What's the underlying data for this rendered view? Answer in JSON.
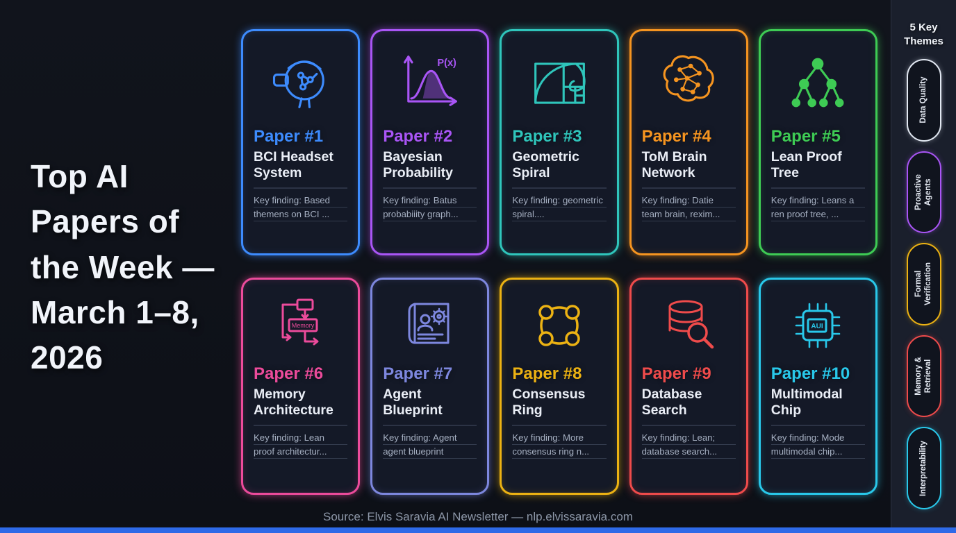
{
  "title": {
    "line1": "Top AI",
    "line2": "Papers of",
    "line3": "the Week —",
    "line4": "March 1–8,",
    "line5": "2026"
  },
  "papers": [
    {
      "id": "Paper #1",
      "title": "BCI Headset System",
      "finding": "Key finding: Based themens on BCI ...",
      "color": "#3d8bfd",
      "icon": "bci-headset-icon"
    },
    {
      "id": "Paper #2",
      "title": "Bayesian Probability",
      "finding": "Key finding: Batus probabiiity graph...",
      "color": "#a955f5",
      "icon": "probability-curve-icon",
      "icon_label": "P(x)"
    },
    {
      "id": "Paper #3",
      "title": "Geometric Spiral",
      "finding": "Key finding: geometric spiral....",
      "color": "#2fc5bb",
      "icon": "golden-spiral-icon"
    },
    {
      "id": "Paper #4",
      "title": "ToM Brain Network",
      "finding": "Key finding: Datie team brain, rexim...",
      "color": "#f59420",
      "icon": "brain-network-icon"
    },
    {
      "id": "Paper #5",
      "title": "Lean Proof Tree",
      "finding": "Key finding: Leans a ren proof tree, ...",
      "color": "#3ecb54",
      "icon": "proof-tree-icon"
    },
    {
      "id": "Paper #6",
      "title": "Memory Architecture",
      "finding": "Key finding: Lean proof architectur...",
      "color": "#ec4b9b",
      "icon": "memory-flowchart-icon",
      "icon_label": "Memory"
    },
    {
      "id": "Paper #7",
      "title": "Agent Blueprint",
      "finding": "Key finding: Agent agent blueprint",
      "color": "#7d87de",
      "icon": "agent-blueprint-icon"
    },
    {
      "id": "Paper #8",
      "title": "Consensus Ring",
      "finding": "Key finding: More consensus ring n...",
      "color": "#ecb213",
      "icon": "consensus-ring-icon"
    },
    {
      "id": "Paper #9",
      "title": "Database Search",
      "finding": "Key finding: Lean; database search...",
      "color": "#ef4b4b",
      "icon": "database-search-icon"
    },
    {
      "id": "Paper #10",
      "title": "Multimodal Chip",
      "finding": "Key finding: Mode multimodal chip...",
      "color": "#29c8ea",
      "icon": "multimodal-chip-icon",
      "icon_label": "AUI"
    }
  ],
  "themes": {
    "heading_line1": "5 Key",
    "heading_line2": "Themes",
    "items": [
      {
        "label": "Data Quality",
        "line1": "Data Quality",
        "line2": "",
        "color": "#e2e8f2"
      },
      {
        "label": "Proactive Agents",
        "line1": "Proactive",
        "line2": "Agents",
        "color": "#a955f5"
      },
      {
        "label": "Formal Verification",
        "line1": "Formal",
        "line2": "Verification",
        "color": "#ecb213"
      },
      {
        "label": "Memory & Retrieval",
        "line1": "Memory &",
        "line2": "Retrieval",
        "color": "#ef4b4b"
      },
      {
        "label": "Interpretability",
        "line1": "Interpretability",
        "line2": "",
        "color": "#29c8ea"
      }
    ]
  },
  "footer": {
    "source": "Source: Elvis Saravia AI Newsletter — nlp.elvissaravia.com"
  },
  "colors": {
    "background": "#0d1016",
    "card_background": "#141927",
    "sidebar_background": "#1a1f2c",
    "bottom_bar": "#2e6ae8",
    "finding_text": "#a6b0c2"
  }
}
